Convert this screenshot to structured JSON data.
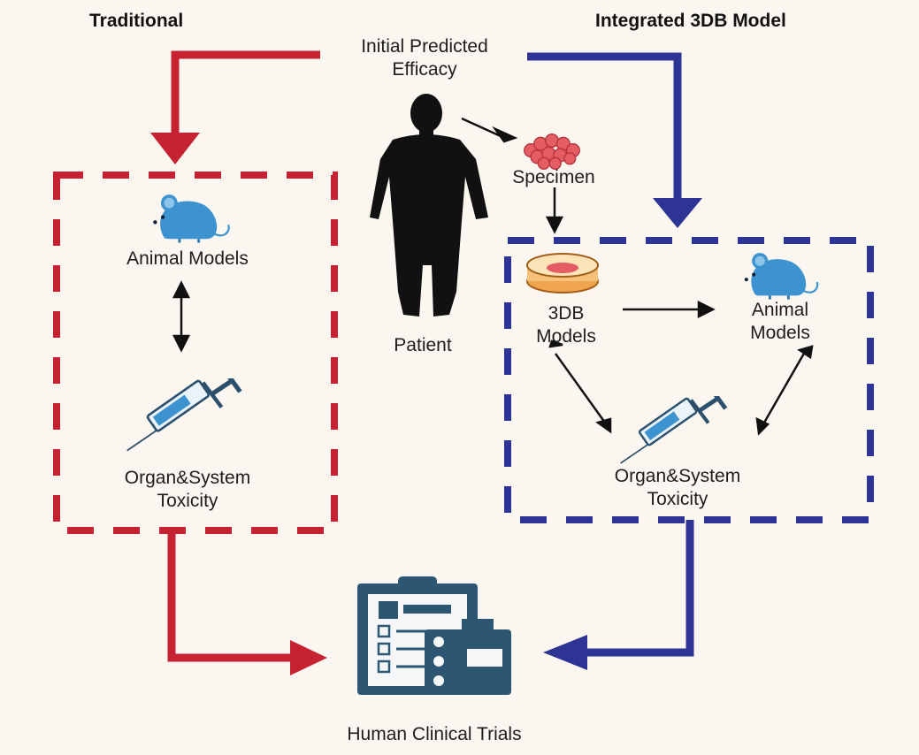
{
  "headers": {
    "traditional": "Traditional",
    "integrated": "Integrated 3DB Model"
  },
  "labels": {
    "initial_efficacy": "Initial Predicted\nEfficacy",
    "patient": "Patient",
    "specimen": "Specimen",
    "trad_animal_models": "Animal Models",
    "trad_toxicity": "Organ&System\nToxicity",
    "threedb_models": "3DB\nModels",
    "int_animal_models": "Animal\nModels",
    "int_toxicity": "Organ&System\nToxicity",
    "clinical_trials": "Human Clinical Trials"
  },
  "colors": {
    "traditional": "#c62232",
    "integrated": "#2e3396",
    "icon_blue": "#3d93d0",
    "icon_navy": "#2d4f6e",
    "background": "#fbf7f0"
  },
  "icons": [
    "patient-silhouette-icon",
    "specimen-cells-icon",
    "mouse-icon",
    "syringe-icon",
    "petri-dish-icon",
    "clipboard-icon",
    "pill-blister-icon",
    "medicine-bottle-icon"
  ]
}
